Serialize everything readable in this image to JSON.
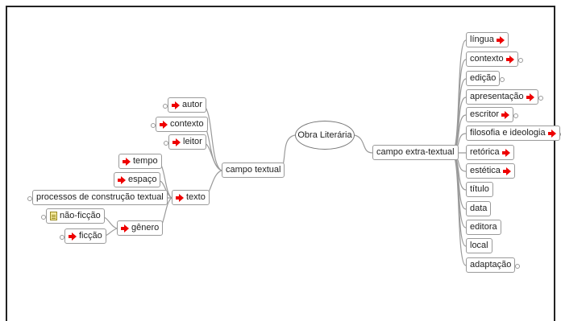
{
  "central": "Obra Literária",
  "left_branch": {
    "main": "campo textual",
    "autor": "autor",
    "contexto": "contexto",
    "leitor": "leitor",
    "texto": "texto",
    "tempo": "tempo",
    "espaco": "espaço",
    "processos": "processos de construção textual",
    "genero": "gênero",
    "nao_ficcao": "não-ficção",
    "ficcao": "ficção"
  },
  "right_branch": {
    "main": "campo extra-textual",
    "items": [
      {
        "label": "língua"
      },
      {
        "label": "contexto"
      },
      {
        "label": "edição"
      },
      {
        "label": "apresentação"
      },
      {
        "label": "escritor"
      },
      {
        "label": "filosofia e ideologia"
      },
      {
        "label": "retórica"
      },
      {
        "label": "estética"
      },
      {
        "label": "título"
      },
      {
        "label": "data"
      },
      {
        "label": "editora"
      },
      {
        "label": "local"
      },
      {
        "label": "adaptação"
      }
    ]
  },
  "colors": {
    "arrow": "#e00000",
    "border": "#9a9a9a",
    "line": "#999999"
  }
}
